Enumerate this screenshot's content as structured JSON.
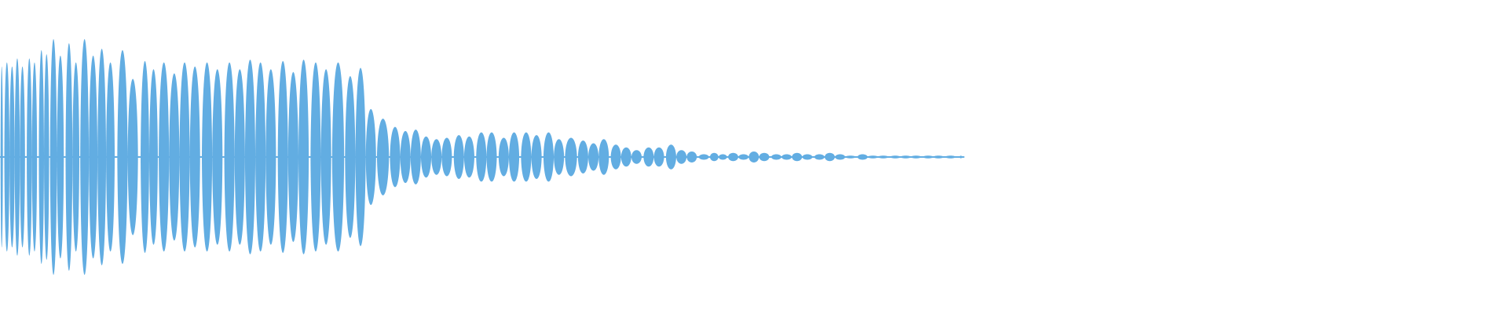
{
  "waveform": {
    "color": "#62ade2",
    "background": "#ffffff",
    "blobs": [
      [
        1,
        0.66
      ],
      [
        4,
        0.69
      ],
      [
        7,
        0.66
      ],
      [
        10,
        0.72
      ],
      [
        13,
        0.66
      ],
      [
        17,
        0.72
      ],
      [
        20,
        0.69
      ],
      [
        24,
        0.78
      ],
      [
        27,
        0.75
      ],
      [
        31,
        0.86
      ],
      [
        35,
        0.74
      ],
      [
        40,
        0.83
      ],
      [
        44,
        0.69
      ],
      [
        49,
        0.86
      ],
      [
        54,
        0.74
      ],
      [
        59,
        0.79
      ],
      [
        64,
        0.69
      ],
      [
        71,
        0.78
      ],
      [
        77,
        0.57
      ],
      [
        84,
        0.7
      ],
      [
        89,
        0.64
      ],
      [
        95,
        0.69
      ],
      [
        101,
        0.61
      ],
      [
        107,
        0.69
      ],
      [
        113,
        0.66
      ],
      [
        120,
        0.69
      ],
      [
        126,
        0.64
      ],
      [
        133,
        0.69
      ],
      [
        139,
        0.64
      ],
      [
        145,
        0.71
      ],
      [
        151,
        0.69
      ],
      [
        157,
        0.64
      ],
      [
        164,
        0.7
      ],
      [
        170,
        0.62
      ],
      [
        176,
        0.71
      ],
      [
        183,
        0.69
      ],
      [
        189,
        0.64
      ],
      [
        196,
        0.69
      ],
      [
        203,
        0.59
      ],
      [
        209,
        0.65
      ],
      [
        215,
        0.35
      ],
      [
        222,
        0.28
      ],
      [
        229,
        0.22
      ],
      [
        235,
        0.19
      ],
      [
        241,
        0.2
      ],
      [
        247,
        0.15
      ],
      [
        253,
        0.13
      ],
      [
        259,
        0.14
      ],
      [
        266,
        0.16
      ],
      [
        272,
        0.15
      ],
      [
        279,
        0.18
      ],
      [
        285,
        0.18
      ],
      [
        292,
        0.14
      ],
      [
        298,
        0.18
      ],
      [
        305,
        0.18
      ],
      [
        311,
        0.16
      ],
      [
        318,
        0.18
      ],
      [
        324,
        0.13
      ],
      [
        331,
        0.14
      ],
      [
        338,
        0.12
      ],
      [
        344,
        0.1
      ],
      [
        350,
        0.13
      ],
      [
        357,
        0.09
      ],
      [
        363,
        0.07
      ],
      [
        369,
        0.05
      ],
      [
        376,
        0.07
      ],
      [
        382,
        0.07
      ],
      [
        389,
        0.09
      ],
      [
        395,
        0.05
      ],
      [
        401,
        0.04
      ],
      [
        408,
        0.02
      ],
      [
        414,
        0.03
      ],
      [
        419,
        0.02
      ],
      [
        425,
        0.03
      ],
      [
        431,
        0.02
      ],
      [
        437,
        0.04
      ],
      [
        443,
        0.03
      ],
      [
        450,
        0.02
      ],
      [
        456,
        0.02
      ],
      [
        462,
        0.03
      ],
      [
        468,
        0.02
      ],
      [
        475,
        0.02
      ],
      [
        481,
        0.03
      ],
      [
        487,
        0.02
      ],
      [
        493,
        0.01
      ],
      [
        500,
        0.02
      ],
      [
        506,
        0.01
      ],
      [
        512,
        0.01
      ],
      [
        519,
        0.01
      ],
      [
        525,
        0.01
      ],
      [
        531,
        0.01
      ],
      [
        538,
        0.01
      ],
      [
        544,
        0.01
      ],
      [
        551,
        0.01
      ],
      [
        557,
        0.01
      ]
    ]
  }
}
